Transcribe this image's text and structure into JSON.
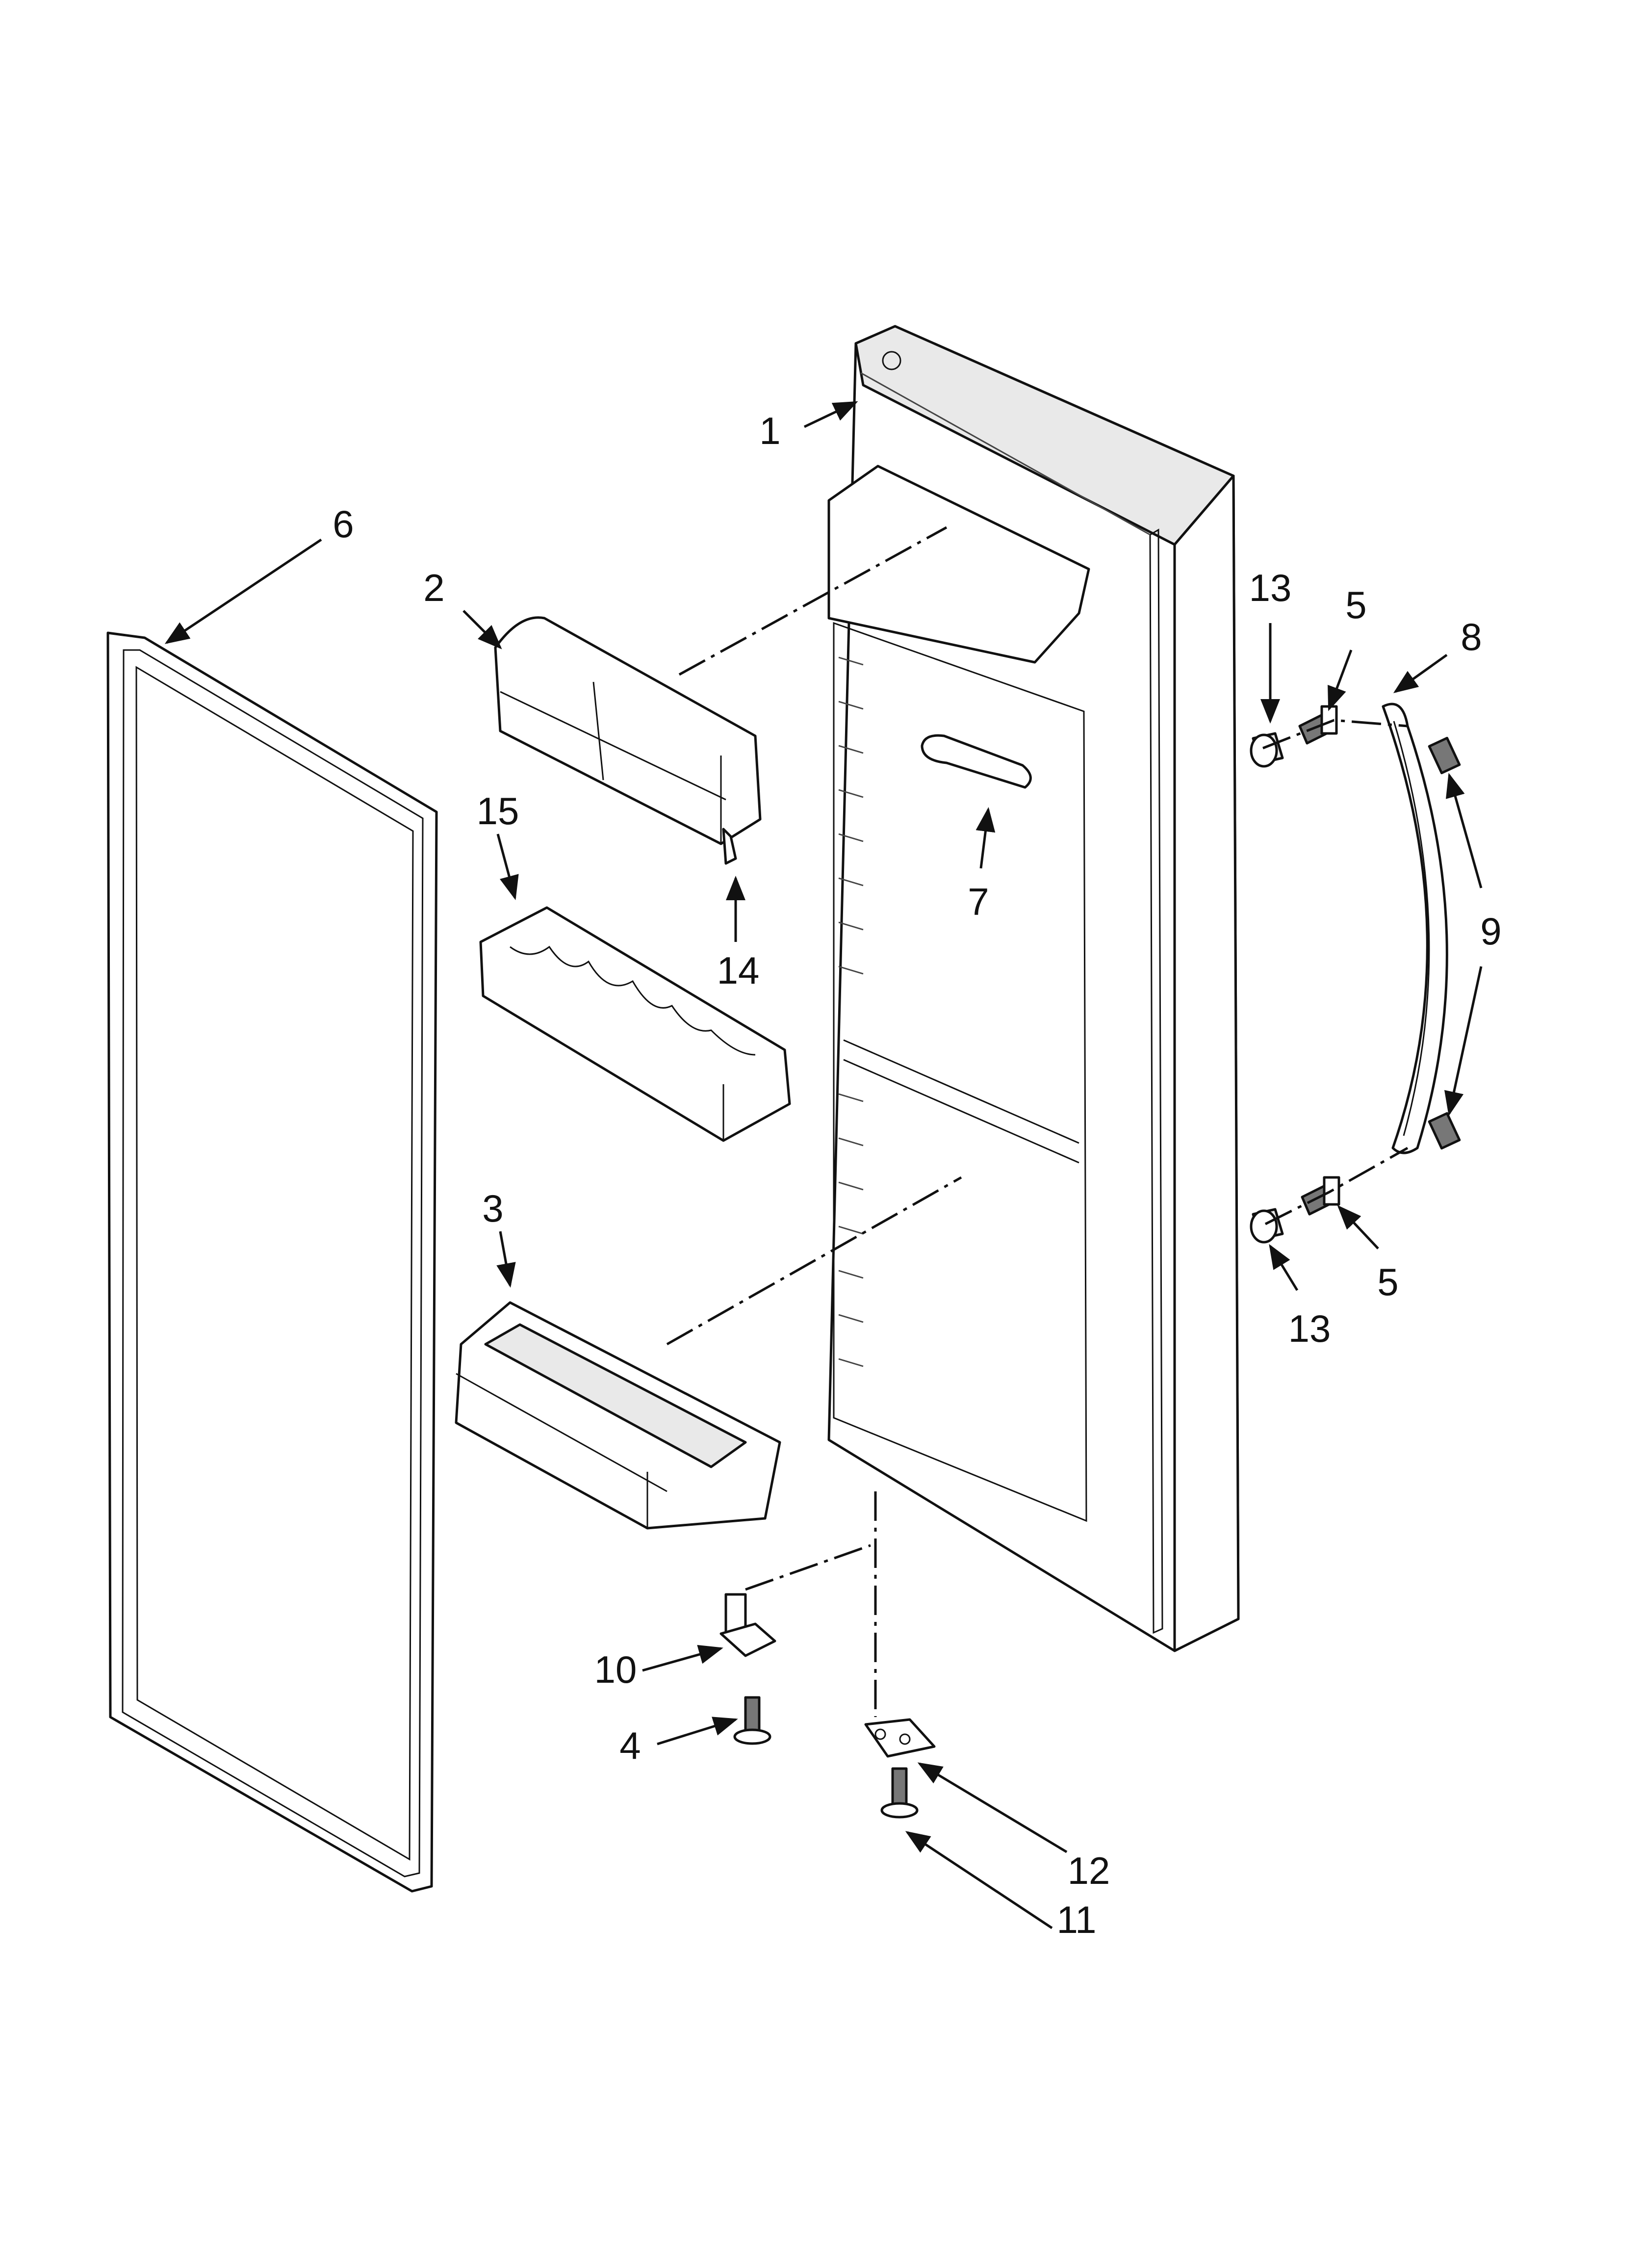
{
  "diagram": {
    "callouts": [
      {
        "id": "c1",
        "label": "1"
      },
      {
        "id": "c2",
        "label": "2"
      },
      {
        "id": "c3",
        "label": "3"
      },
      {
        "id": "c4",
        "label": "4"
      },
      {
        "id": "c5a",
        "label": "5"
      },
      {
        "id": "c5b",
        "label": "5"
      },
      {
        "id": "c6",
        "label": "6"
      },
      {
        "id": "c7",
        "label": "7"
      },
      {
        "id": "c8",
        "label": "8"
      },
      {
        "id": "c9",
        "label": "9"
      },
      {
        "id": "c10",
        "label": "10"
      },
      {
        "id": "c11",
        "label": "11"
      },
      {
        "id": "c12",
        "label": "12"
      },
      {
        "id": "c13a",
        "label": "13"
      },
      {
        "id": "c13b",
        "label": "13"
      },
      {
        "id": "c14",
        "label": "14"
      },
      {
        "id": "c15",
        "label": "15"
      }
    ]
  }
}
